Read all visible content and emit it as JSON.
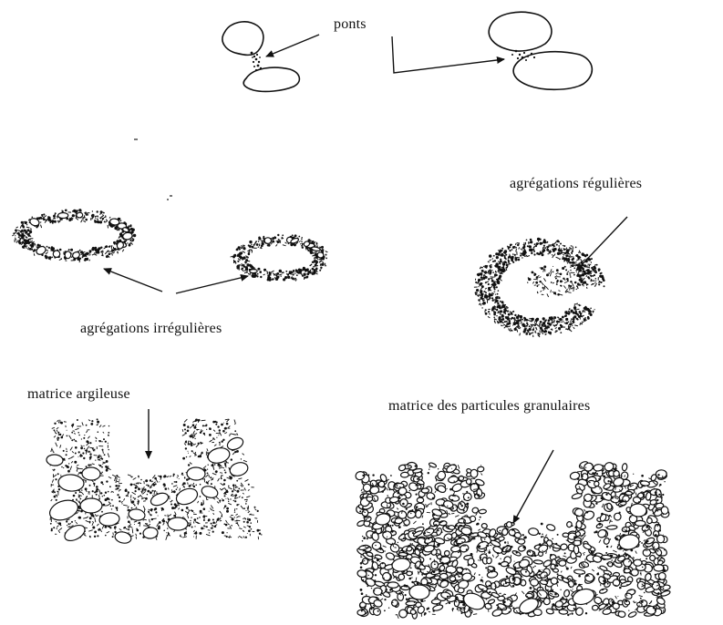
{
  "labels": {
    "ponts": "ponts",
    "agregations_regulieres": "agrégations régulières",
    "agregations_irregulieres": "agrégations irrégulières",
    "matrice_argileuse": "matrice argileuse",
    "matrice_particules": "matrice des particules granulaires"
  },
  "colors": {
    "ink": "#111111",
    "background": "#ffffff"
  }
}
